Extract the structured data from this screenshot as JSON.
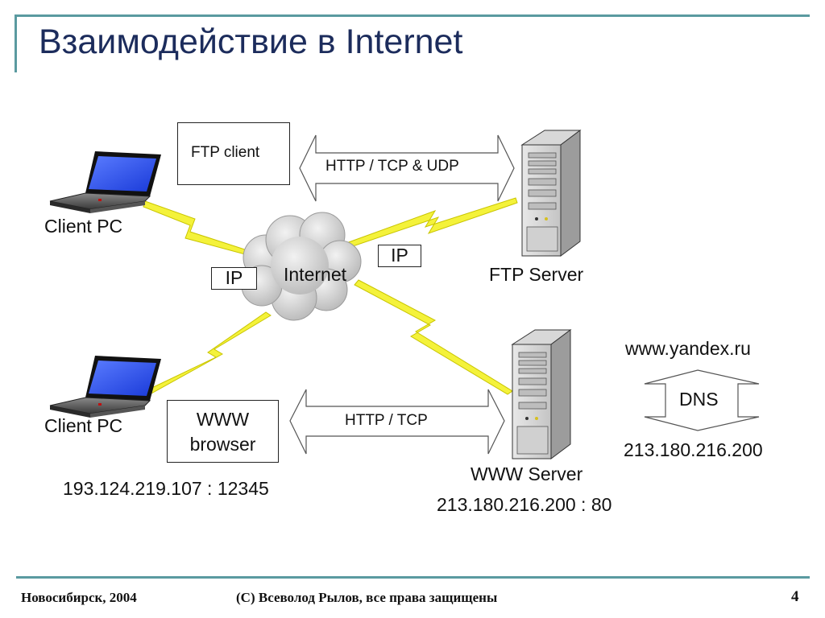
{
  "slide": {
    "title": "Взаимодействие в Internet",
    "footer_left": "Новосибирск, 2004",
    "footer_center": "(C) Всеволод Рылов, все права защищены",
    "page_number": "4"
  },
  "diagram": {
    "client_top_label": "Client PC",
    "client_bottom_label": "Client PC",
    "ftp_client_box": "FTP client",
    "www_browser_line1": "WWW",
    "www_browser_line2": "browser",
    "arrow_top_label": "HTTP / TCP & UDP",
    "arrow_bottom_label": "HTTP / TCP",
    "ip_left": "IP",
    "ip_right": "IP",
    "internet_label": "Internet",
    "ftp_server_label": "FTP Server",
    "www_server_label": "WWW Server",
    "www_server_address": "213.180.216.200 : 80",
    "client_address": "193.124.219.107 : 12345",
    "yandex_host": "www.yandex.ru",
    "dns_label": "DNS",
    "dns_ip": "213.180.216.200"
  }
}
